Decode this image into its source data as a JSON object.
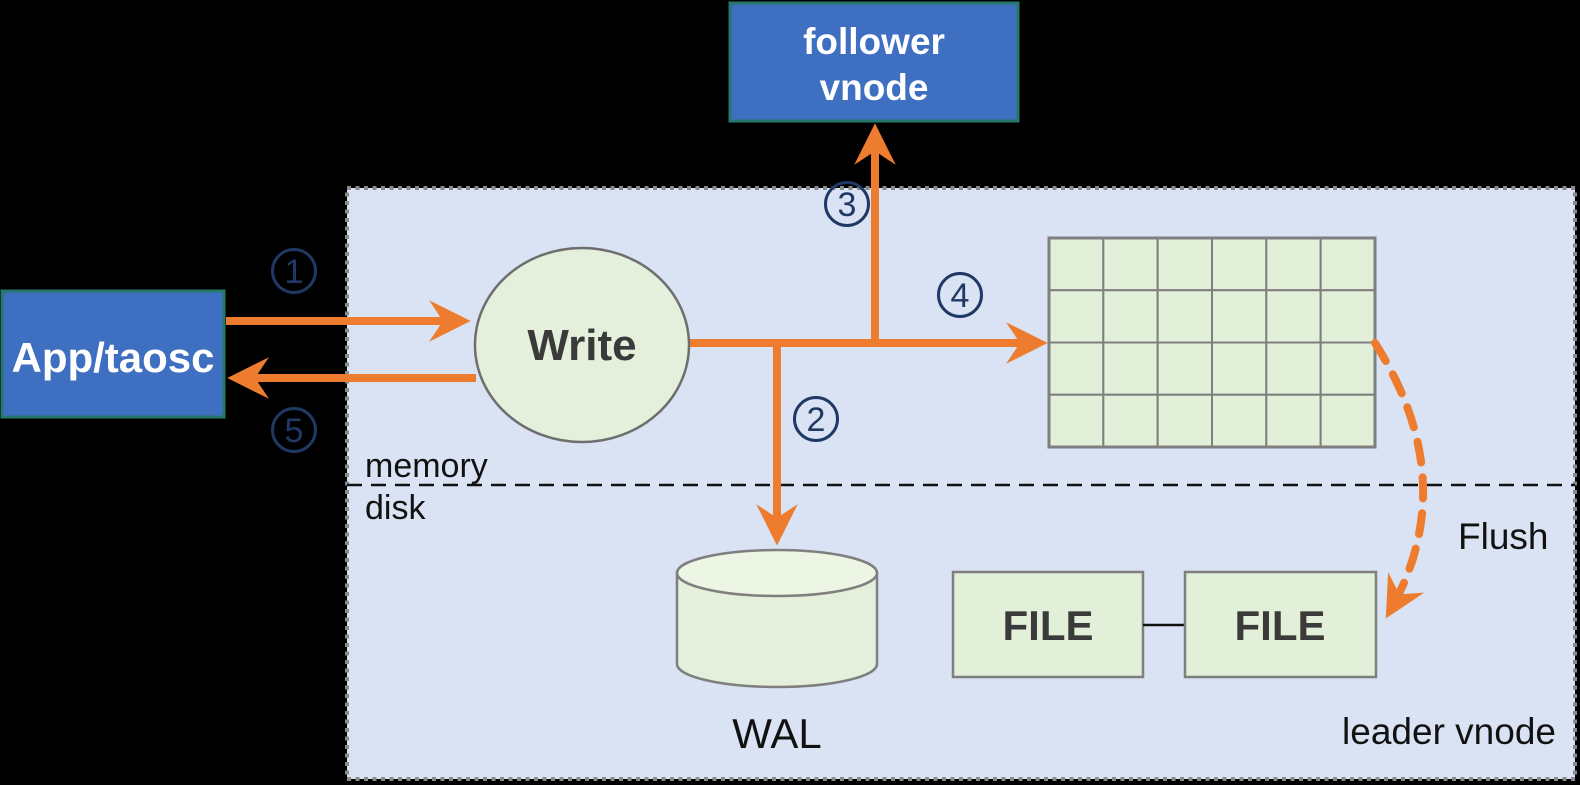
{
  "panel": {
    "leader_label": "leader vnode",
    "memory_label": "memory",
    "disk_label": "disk"
  },
  "nodes": {
    "follower_vnode": {
      "line1": "follower",
      "line2": "vnode"
    },
    "app_taosc": {
      "label": "App/taosc"
    },
    "write": {
      "label": "Write"
    },
    "wal": {
      "label": "WAL"
    },
    "file_left": {
      "label": "FILE"
    },
    "file_right": {
      "label": "FILE"
    }
  },
  "flush": {
    "label": "Flush"
  },
  "steps": [
    {
      "label": "1"
    },
    {
      "label": "2"
    },
    {
      "label": "3"
    },
    {
      "label": "4"
    },
    {
      "label": "5"
    }
  ],
  "memtable": {
    "rows": 4,
    "cols": 6
  },
  "colors": {
    "accent_orange": "#ED7C2F",
    "node_blue_fill": "#3E6FC1",
    "node_blue_border": "#26786C",
    "light_green_fill": "#E2EFD9",
    "light_green_fill_alt": "#E4F0DB",
    "panel_lavender": "#DAE3F3",
    "shape_border_gray": "#7F7F7F",
    "step_navy": "#1F3864"
  }
}
